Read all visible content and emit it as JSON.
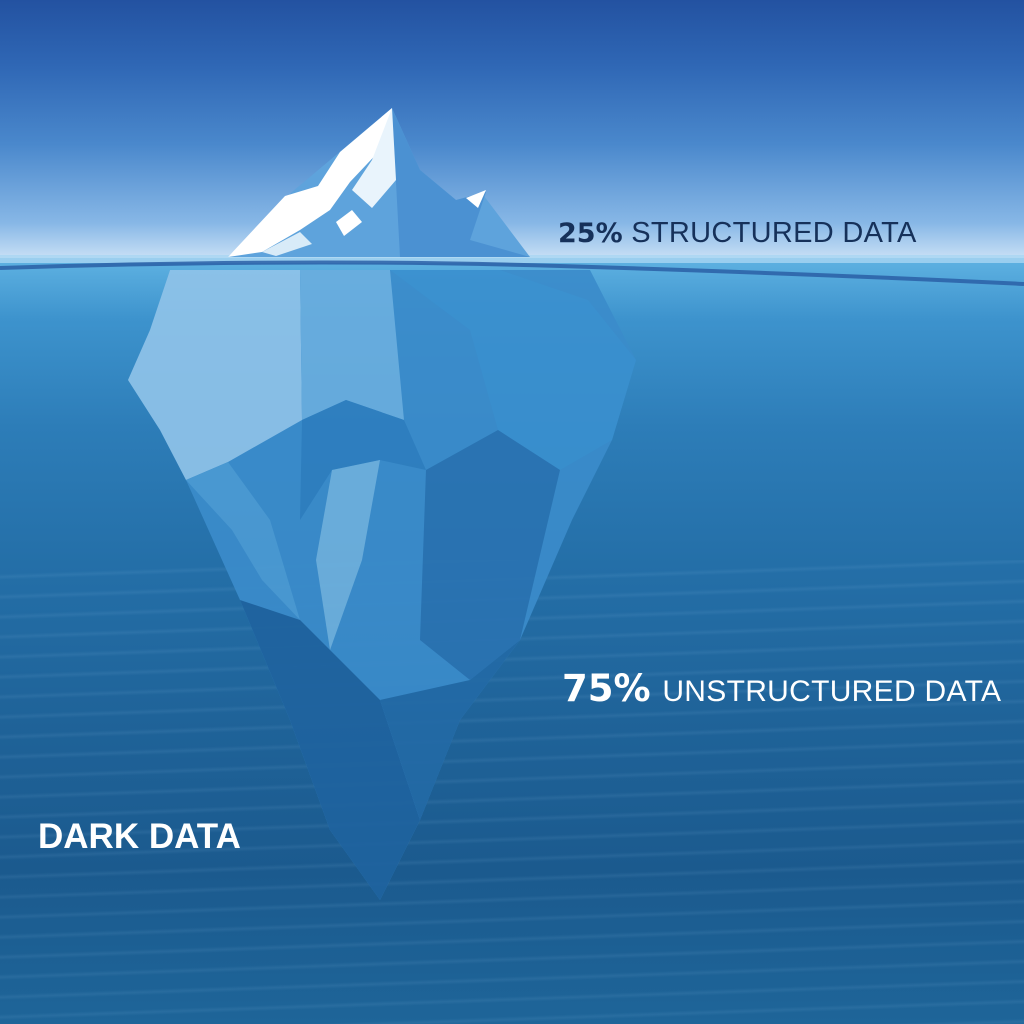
{
  "diagram": {
    "type": "iceberg-infographic",
    "colors": {
      "sky_top": "#2352a1",
      "sky_horizon": "#cfe4f7",
      "sea_surface": "#5fb2e2",
      "sea_deep": "#1b5a8e",
      "ice_highlight": "#ffffff",
      "ice_light": "#9ccbec",
      "ice_mid": "#3f8fcf",
      "label_dark": "#16315a",
      "label_light": "#ffffff"
    },
    "above_water": {
      "percent": "25%",
      "label": "STRUCTURED DATA"
    },
    "below_water": {
      "percent": "75%",
      "label": "UNSTRUCTURED DATA"
    },
    "deep_label": "DARK DATA"
  }
}
